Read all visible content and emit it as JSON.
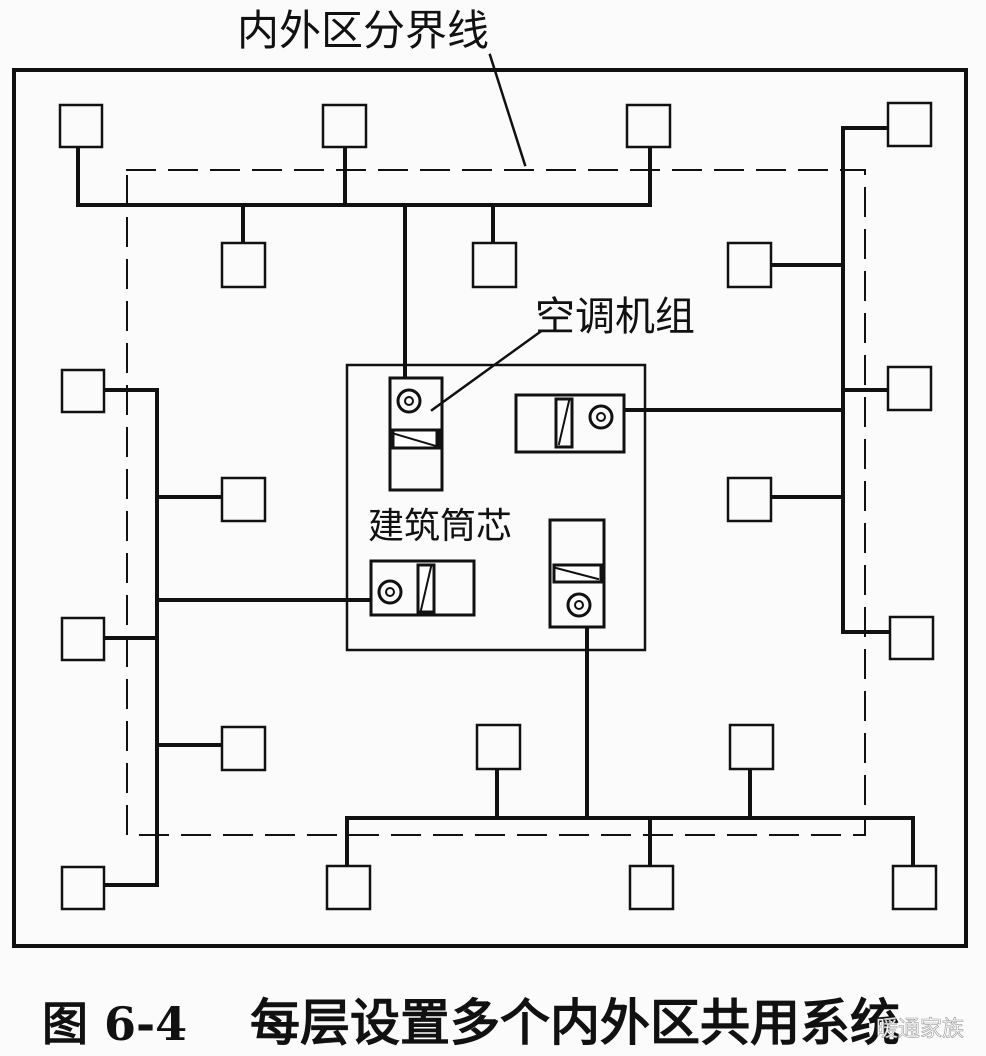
{
  "labels": {
    "zone_boundary": "内外区分界线",
    "ahu": "空调机组",
    "core": "建筑筒芯"
  },
  "caption": {
    "number": "图 6-4",
    "title": "每层设置多个内外区共用系统"
  },
  "watermark": "暖通家族",
  "colors": {
    "line": "#111111",
    "background": "#fbfbfb"
  }
}
